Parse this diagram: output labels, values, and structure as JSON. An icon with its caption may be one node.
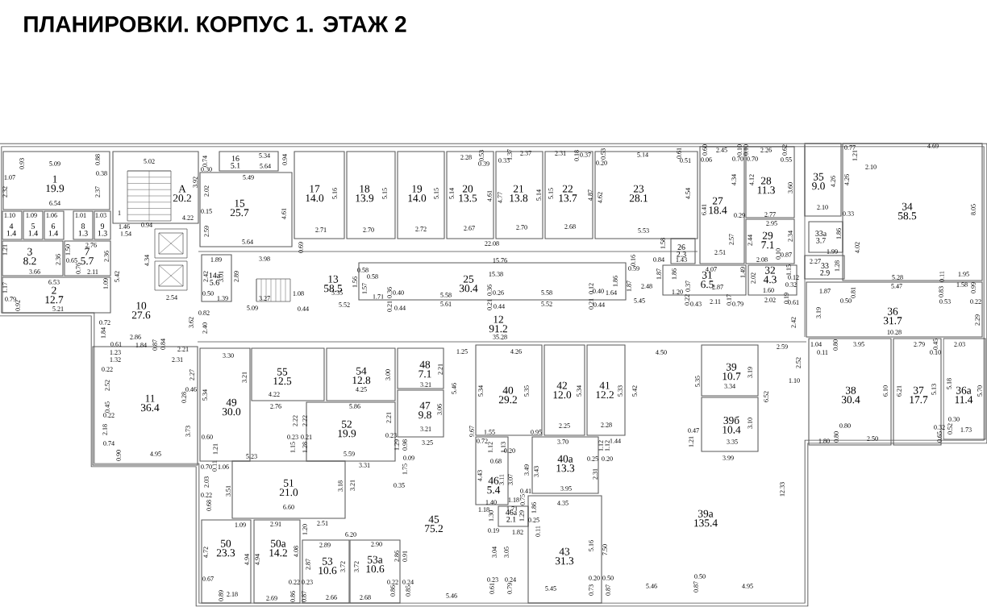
{
  "diagram": {
    "title": "ПЛАНИРОВКИ. КОРПУС 1. ЭТАЖ 2",
    "nodes": [
      {
        "text": [
          "1",
          "19.9"
        ]
      },
      {
        "text": [
          "4",
          "1.4"
        ]
      },
      {
        "text": [
          "5",
          "1.4"
        ]
      },
      {
        "text": [
          "6",
          "1.4"
        ]
      },
      {
        "text": [
          "8",
          "1.3"
        ]
      },
      {
        "text": [
          "9",
          "1.3"
        ]
      },
      {
        "text": [
          "3",
          "8.2"
        ]
      },
      {
        "text": [
          "7",
          "5.7"
        ]
      },
      {
        "text": [
          "2",
          "12.7"
        ]
      },
      {
        "text": [
          "А",
          "20.2"
        ]
      },
      {
        "text": [
          "10",
          "27.6"
        ]
      },
      {
        "text": [
          "16",
          "5.1"
        ]
      },
      {
        "text": [
          "15",
          "25.7"
        ]
      },
      {
        "text": [
          "14а",
          "5.6"
        ]
      },
      {
        "text": [
          "13",
          "58.5"
        ]
      },
      {
        "text": [
          "17",
          "14.0"
        ]
      },
      {
        "text": [
          "18",
          "13.9"
        ]
      },
      {
        "text": [
          "19",
          "14.0"
        ]
      },
      {
        "text": [
          "20",
          "13.5"
        ]
      },
      {
        "text": [
          "21",
          "13.8"
        ]
      },
      {
        "text": [
          "22",
          "13.7"
        ]
      },
      {
        "text": [
          "23",
          "28.1"
        ]
      },
      {
        "text": [
          "27",
          "18.4"
        ]
      },
      {
        "text": [
          "28",
          "11.3"
        ]
      },
      {
        "text": [
          "35",
          "9.0"
        ]
      },
      {
        "text": [
          "34",
          "58.5"
        ]
      },
      {
        "text": [
          "29",
          "7.1"
        ]
      },
      {
        "text": [
          "26",
          "2.3"
        ]
      },
      {
        "text": [
          "33а",
          "3.7"
        ]
      },
      {
        "text": [
          "25",
          "30.4"
        ]
      },
      {
        "text": [
          "31",
          "6.5"
        ]
      },
      {
        "text": [
          "32",
          "4.3"
        ]
      },
      {
        "text": [
          "33",
          "2.9"
        ]
      },
      {
        "text": [
          "36",
          "31.7"
        ]
      },
      {
        "text": [
          "12",
          "91.2"
        ]
      },
      {
        "text": [
          "55",
          "12.5"
        ]
      },
      {
        "text": [
          "54",
          "12.8"
        ]
      },
      {
        "text": [
          "48",
          "7.1"
        ]
      },
      {
        "text": [
          "40",
          "29.2"
        ]
      },
      {
        "text": [
          "42",
          "12.0"
        ]
      },
      {
        "text": [
          "41",
          "12.2"
        ]
      },
      {
        "text": [
          "39",
          "10.7"
        ]
      },
      {
        "text": [
          "38",
          "30.4"
        ]
      },
      {
        "text": [
          "37",
          "17.7"
        ]
      },
      {
        "text": [
          "36а",
          "11.4"
        ]
      },
      {
        "text": [
          "11",
          "36.4"
        ]
      },
      {
        "text": [
          "49",
          "30.0"
        ]
      },
      {
        "text": [
          "47",
          "9.8"
        ]
      },
      {
        "text": [
          "52",
          "19.9"
        ]
      },
      {
        "text": [
          "39б",
          "10.4"
        ]
      },
      {
        "text": [
          "40а",
          "13.3"
        ]
      },
      {
        "text": [
          "51",
          "21.0"
        ]
      },
      {
        "text": [
          "46",
          "5.4"
        ]
      },
      {
        "text": [
          "46а",
          "2.1"
        ]
      },
      {
        "text": [
          "45",
          "75.2"
        ]
      },
      {
        "text": [
          "39а",
          "135.4"
        ]
      },
      {
        "text": [
          "50",
          "23.3"
        ]
      },
      {
        "text": [
          "50а",
          "14.2"
        ]
      },
      {
        "text": [
          "53",
          "10.6"
        ]
      },
      {
        "text": [
          "53а",
          "10.6"
        ]
      },
      {
        "text": [
          "43",
          "31.3"
        ]
      }
    ],
    "labels": [
      "5.09",
      "0.93",
      "1.07",
      "2.32",
      "6.54",
      "0.38",
      "2.37",
      "0.88",
      "1.10",
      "1.09",
      "1.06",
      "1.01",
      "1.03",
      "2.76",
      "1.50",
      "2.36",
      "0.65",
      "0.76",
      "2.11",
      "2.36",
      "3.66",
      "6.53",
      "1.21",
      "1.17",
      "0.79",
      "0.92",
      "5.21",
      "1.09",
      "5.42",
      "5.02",
      "3.92",
      "4.22",
      "1.46",
      "1.54",
      "0.94",
      "4.34",
      "2.54",
      "3.62",
      "0.72",
      "1.84",
      "2.86",
      "1.84",
      "0.87",
      "0.84",
      "0.61",
      "1.23",
      "1.32",
      "2.21",
      "2.31",
      "5.34",
      "0.74",
      "0.30",
      "5.64",
      "0.94",
      "5.49",
      "2.02",
      "0.15",
      "2.59",
      "4.61",
      "5.64",
      "0.69",
      "1.89",
      "3.98",
      "2.42",
      "3.01",
      "2.89",
      "0.50",
      "1.39",
      "3.27",
      "1.08",
      "5.09",
      "0.44",
      "0.82",
      "2.40",
      "3.30",
      "2.71",
      "5.16",
      "5.15",
      "5.15",
      "5.14",
      "4.61",
      "4.77",
      "5.14",
      "5.15",
      "4.87",
      "4.62",
      "2.70",
      "2.72",
      "2.67",
      "2.70",
      "2.68",
      "5.53",
      "22.08",
      "2.28",
      "0.53",
      "0.39",
      "0.33",
      "1.37",
      "2.37",
      "2.31",
      "0.18",
      "0.37",
      "0.53",
      "0.20",
      "5.14",
      "3.35",
      "5.52",
      "0.58",
      "0.58",
      "1.56",
      "1.57",
      "1.71",
      "0.36",
      "0.40",
      "0.21",
      "0.44",
      "15.76",
      "15.38",
      "5.58",
      "5.61",
      "0.36",
      "0.26",
      "0.21",
      "0.44",
      "5.58",
      "5.52",
      "0.12",
      "0.40",
      "0.21",
      "0.44",
      "1.64",
      "1.86",
      "1.87",
      "0.16",
      "0.59",
      "2.48",
      "5.45",
      "35.28",
      "1.25",
      "4.26",
      "0.61",
      "0.51",
      "4.54",
      "0.60",
      "0.06",
      "2.45",
      "0.10",
      "0.70",
      "0.10",
      "0.70",
      "2.26",
      "0.62",
      "0.55",
      "4.34",
      "4.12",
      "3.60",
      "6.41",
      "0.29",
      "2.77",
      "2.95",
      "2.57",
      "2.44",
      "2.34",
      "2.51",
      "2.08",
      "0.10",
      "0.87",
      "1.58",
      "0.84",
      "1.43",
      "1.87",
      "1.86",
      "4.07",
      "1.49",
      "2.02",
      "2.87",
      "1.20",
      "0.37",
      "0.22",
      "0.43",
      "2.11",
      "0.17",
      "0.79",
      "1.60",
      "2.02",
      "0.19",
      "0.61",
      "1.15",
      "0.12",
      "0.32",
      "2.42",
      "2.27",
      "1.99",
      "1.28",
      "1.86",
      "4.02",
      "2.10",
      "0.33",
      "4.26",
      "4.26",
      "0.77",
      "1.21",
      "2.10",
      "4.69",
      "8.05",
      "5.28",
      "0.11",
      "1.95",
      "5.47",
      "0.81",
      "1.87",
      "0.50",
      "0.83",
      "0.53",
      "1.58",
      "0.99",
      "0.22",
      "3.19",
      "2.29",
      "10.28",
      "1.04",
      "0.11",
      "0.80",
      "3.95",
      "2.79",
      "0.45",
      "0.10",
      "2.03",
      "2.59",
      "4.50",
      "2.52",
      "0.22",
      "2.52",
      "0.45",
      "0.22",
      "2.18",
      "0.74",
      "0.90",
      "4.95",
      "2.27",
      "0.46",
      "0.28",
      "3.73",
      "5.34",
      "3.21",
      "4.22",
      "2.76",
      "2.22",
      "2.22",
      "0.23",
      "0.21",
      "1.15",
      "1.28",
      "0.60",
      "1.21",
      "5.23",
      "0.70",
      "0.11",
      "1.06",
      "2.03",
      "3.51",
      "0.22",
      "0.68",
      "6.60",
      "1.09",
      "2.91",
      "1.20",
      "2.51",
      "4.72",
      "4.94",
      "4.94",
      "4.08",
      "2.87",
      "0.67",
      "0.89",
      "2.18",
      "2.69",
      "0.86",
      "0.22",
      "0.23",
      "0.87",
      "2.89",
      "3.18",
      "3.21",
      "5.59",
      "3.31",
      "6.20",
      "2.66",
      "3.72",
      "3.72",
      "2.90",
      "2.86",
      "0.91",
      "0.22",
      "0.24",
      "0.86",
      "0.85",
      "2.68",
      "5.46",
      "4.25",
      "3.00",
      "3.21",
      "2.21",
      "5.46",
      "5.86",
      "2.21",
      "3.06",
      "3.21",
      "0.23",
      "1.29",
      "0.98",
      "3.25",
      "0.09",
      "1.75",
      "0.35",
      "9.67",
      "5.34",
      "5.35",
      "5.34",
      "5.33",
      "5.42",
      "2.25",
      "2.28",
      "1.55",
      "0.95",
      "0.72",
      "3.70",
      "1.12",
      "1.12",
      "1.44",
      "1.12",
      "1.13",
      "0.20",
      "0.68",
      "4.43",
      "3.11",
      "3.07",
      "3.49",
      "3.43",
      "0.25",
      "0.20",
      "2.31",
      "3.95",
      "0.41",
      "0.75",
      "1.18",
      "1.40",
      "1.18",
      "1.71",
      "1.30",
      "1.29",
      "1.86",
      "0.25",
      "0.11",
      "0.19",
      "1.82",
      "4.35",
      "3.04",
      "3.05",
      "5.16",
      "7.50",
      "0.23",
      "0.24",
      "0.61",
      "0.79",
      "5.45",
      "0.20",
      "0.50",
      "0.73",
      "0.87",
      "5.46",
      "5.35",
      "3.19",
      "3.34",
      "6.52",
      "3.10",
      "3.35",
      "0.47",
      "1.21",
      "3.99",
      "1.10",
      "12.33",
      "0.50",
      "0.87",
      "4.95",
      "6.10",
      "6.21",
      "5.13",
      "5.18",
      "5.70",
      "0.30",
      "0.52",
      "1.73",
      "0.32",
      "0.65",
      "0.80",
      "0.80",
      "1.80",
      "2.50",
      "1"
    ]
  }
}
